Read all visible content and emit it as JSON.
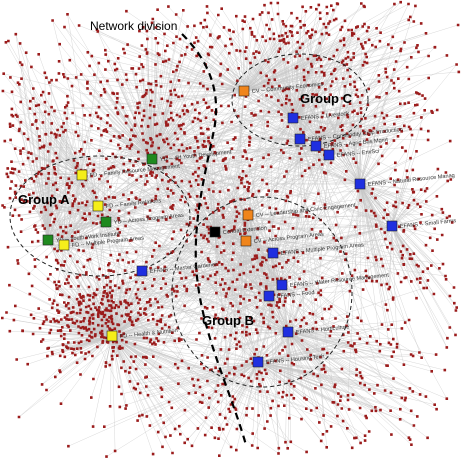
{
  "annotations": {
    "division_label": "Network division",
    "groups": [
      "Group A",
      "Group B",
      "Group C"
    ]
  },
  "colors": {
    "member": "#9b1c1c",
    "edge": "#c7c7c7",
    "CV": "#f0851c",
    "EFANS": "#1f2fe0",
    "FD": "#f5ee1a",
    "YD": "#1f8a1f",
    "center": "#000000"
  },
  "hubs": [
    {
      "id": "cv-community-economics",
      "category": "CV",
      "label": "CV -- Community Economics"
    },
    {
      "id": "efans-livestock",
      "category": "EFANS",
      "label": "EFANS -- Livestock"
    },
    {
      "id": "efans-commodity-crop",
      "category": "EFANS",
      "label": "EFANS -- Commodity Crop Production"
    },
    {
      "id": "efans-agric-bus-mgmt",
      "category": "EFANS",
      "label": "EFANS -- Agric Bus Mgmt"
    },
    {
      "id": "efans-envsci",
      "category": "EFANS",
      "label": "EFANS -- EnvSci"
    },
    {
      "id": "efans-natural-resource",
      "category": "EFANS",
      "label": "EFANS -- Natural Resource Manag"
    },
    {
      "id": "efans-small-farms",
      "category": "EFANS",
      "label": "EFANS -- Small Farms"
    },
    {
      "id": "yd-4h-youth",
      "category": "YD",
      "label": "YD -- 4H Youth Development"
    },
    {
      "id": "fd-family-resource",
      "category": "FD",
      "label": "FD -- Family Resource Management"
    },
    {
      "id": "fd-family-relations",
      "category": "FD",
      "label": "FD -- Family Relations"
    },
    {
      "id": "yd-across-program",
      "category": "YD",
      "label": "YD -- Across Program Areas"
    },
    {
      "id": "yd-youth-work",
      "category": "YD",
      "label": "YD -- Youth Work Institute"
    },
    {
      "id": "fd-multiple-program",
      "category": "FD",
      "label": "FD -- Multiple Program Areas"
    },
    {
      "id": "central-extension",
      "category": "center",
      "label": "Central Extension"
    },
    {
      "id": "cv-leadership",
      "category": "CV",
      "label": "CV -- Leadership and Civic Engagement"
    },
    {
      "id": "cv-across-program",
      "category": "CV",
      "label": "CV -- Across Program Areas"
    },
    {
      "id": "efans-multiple-program",
      "category": "EFANS",
      "label": "EFANS -- Multiple Program Areas"
    },
    {
      "id": "efans-master-gardener",
      "category": "EFANS",
      "label": "EFANS -- Master Gardener"
    },
    {
      "id": "efans-water-resource",
      "category": "EFANS",
      "label": "EFANS -- Water Resource Management"
    },
    {
      "id": "efans-food",
      "category": "EFANS",
      "label": "EFANS -- Food"
    },
    {
      "id": "efans-horticulture",
      "category": "EFANS",
      "label": "EFANS -- Horticulture"
    },
    {
      "id": "efans-housing-tech",
      "category": "EFANS",
      "label": "EFANS -- Housing Tech"
    },
    {
      "id": "fd-health-nutrition",
      "category": "FD",
      "label": "FD -- Health &amp; Nutrition"
    }
  ]
}
